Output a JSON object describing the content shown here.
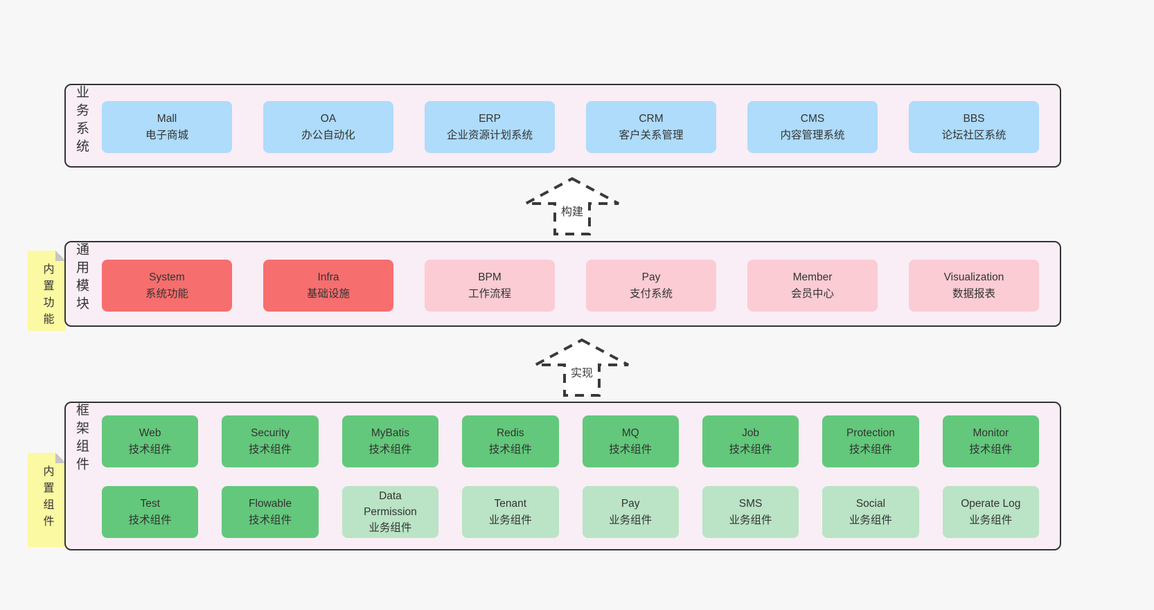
{
  "palette": {
    "page-bg": "#f7f7f7",
    "panel-bg": "#f9edf6",
    "panel-border": "#333333",
    "blue": "#aedcfa",
    "red": "#f76e6e",
    "pink": "#fbccd4",
    "green": "#63c87b",
    "lightgreen": "#bae4c5",
    "yellow": "#fbf9a2",
    "fold-gray": "#c6c6c6",
    "text": "#333333"
  },
  "arrows": {
    "build": {
      "label": "构建"
    },
    "implement": {
      "label": "实现"
    }
  },
  "sections": {
    "business": {
      "label": "业务系统",
      "items": [
        {
          "en": "Mall",
          "zh": "电子商城",
          "variant": "blue"
        },
        {
          "en": "OA",
          "zh": "办公自动化",
          "variant": "blue"
        },
        {
          "en": "ERP",
          "zh": "企业资源计划系统",
          "variant": "blue"
        },
        {
          "en": "CRM",
          "zh": "客户关系管理",
          "variant": "blue"
        },
        {
          "en": "CMS",
          "zh": "内容管理系统",
          "variant": "blue"
        },
        {
          "en": "BBS",
          "zh": "论坛社区系统",
          "variant": "blue"
        }
      ]
    },
    "modules": {
      "label": "通用模块",
      "note": "内置功能",
      "items": [
        {
          "en": "System",
          "zh": "系统功能",
          "variant": "red"
        },
        {
          "en": "Infra",
          "zh": "基础设施",
          "variant": "red"
        },
        {
          "en": "BPM",
          "zh": "工作流程",
          "variant": "pink"
        },
        {
          "en": "Pay",
          "zh": "支付系统",
          "variant": "pink"
        },
        {
          "en": "Member",
          "zh": "会员中心",
          "variant": "pink"
        },
        {
          "en": "Visualization",
          "zh": "数据报表",
          "variant": "pink"
        }
      ]
    },
    "components": {
      "label": "框架组件",
      "note": "内置组件",
      "row1": [
        {
          "en": "Web",
          "zh": "技术组件",
          "variant": "green"
        },
        {
          "en": "Security",
          "zh": "技术组件",
          "variant": "green"
        },
        {
          "en": "MyBatis",
          "zh": "技术组件",
          "variant": "green"
        },
        {
          "en": "Redis",
          "zh": "技术组件",
          "variant": "green"
        },
        {
          "en": "MQ",
          "zh": "技术组件",
          "variant": "green"
        },
        {
          "en": "Job",
          "zh": "技术组件",
          "variant": "green"
        },
        {
          "en": "Protection",
          "zh": "技术组件",
          "variant": "green"
        },
        {
          "en": "Monitor",
          "zh": "技术组件",
          "variant": "green"
        }
      ],
      "row2": [
        {
          "en": "Test",
          "zh": "技术组件",
          "variant": "green"
        },
        {
          "en": "Flowable",
          "zh": "技术组件",
          "variant": "green"
        },
        {
          "en": "Data Permission",
          "zh": "业务组件",
          "variant": "lightgreen"
        },
        {
          "en": "Tenant",
          "zh": "业务组件",
          "variant": "lightgreen"
        },
        {
          "en": "Pay",
          "zh": "业务组件",
          "variant": "lightgreen"
        },
        {
          "en": "SMS",
          "zh": "业务组件",
          "variant": "lightgreen"
        },
        {
          "en": "Social",
          "zh": "业务组件",
          "variant": "lightgreen"
        },
        {
          "en": "Operate Log",
          "zh": "业务组件",
          "variant": "lightgreen"
        }
      ]
    }
  }
}
